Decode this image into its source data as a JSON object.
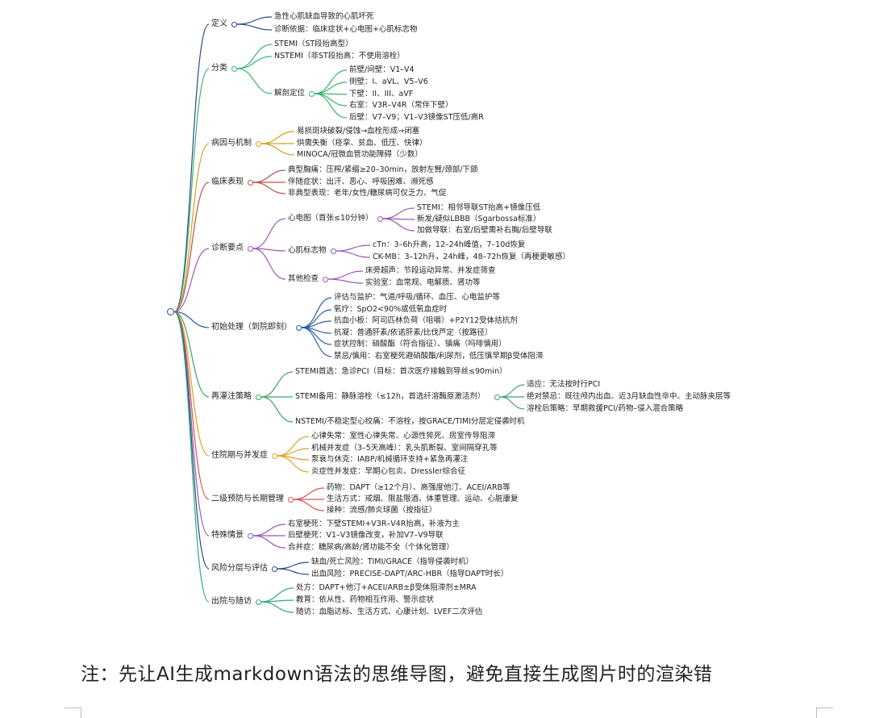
{
  "colors": {
    "def": "#2c4a8a",
    "cls": "#3cb371",
    "etio": "#d4a017",
    "clin": "#c0504d",
    "diag": "#9b59b6",
    "init": "#2a5caa",
    "rep": "#3aa36c",
    "hosp": "#e0a020",
    "prev": "#d9534f",
    "spec": "#8e5bb5",
    "risk": "#2c4a8a",
    "dis": "#2eae6e"
  },
  "map": {
    "definition": {
      "label": "定义",
      "items": [
        "急性心肌缺血导致的心肌坏死",
        "诊断依据：临床症状+心电图+心肌标志物"
      ]
    },
    "classification": {
      "label": "分类",
      "items": [
        "STEMI（ST段抬高型）",
        "NSTEMI（非ST段抬高：不使用溶栓）"
      ],
      "anatomy": {
        "label": "解剖定位",
        "items": [
          "前壁/间壁：V1–V4",
          "侧壁：I、aVL、V5–V6",
          "下壁：II、III、aVF",
          "右室：V3R–V4R（常伴下壁）",
          "后壁：V7–V9；V1–V3镜像ST压低/高R"
        ]
      }
    },
    "etiology": {
      "label": "病因与机制",
      "items": [
        "易损斑块破裂/侵蚀→血栓形成→闭塞",
        "供需失衡（痉挛、贫血、低压、快律）",
        "MINOCA/冠微血管功能障碍（少数）"
      ]
    },
    "clinical": {
      "label": "临床表现",
      "items": [
        "典型胸痛：压榨/紧缩≥20–30min，放射左臂/颈部/下颌",
        "伴随症状：出汗、恶心、呼吸困难、濒死感",
        "非典型表现：老年/女性/糖尿病可仅乏力、气促"
      ]
    },
    "diagnosis": {
      "label": "诊断要点",
      "ecg": {
        "label": "心电图（首张≤10分钟）",
        "items": [
          "STEMI：相邻导联ST抬高+镜像压低",
          "新发/疑似LBBB（Sgarbossa标准）",
          "加做导联：右室/后壁需补右胸/后壁导联"
        ]
      },
      "markers": {
        "label": "心肌标志物",
        "items": [
          "cTn：3–6h升高，12–24h峰值，7–10d恢复",
          "CK-MB：3–12h升，24h峰，48–72h恢复（再梗更敏感）"
        ]
      },
      "other": {
        "label": "其他检查",
        "items": [
          "床旁超声：节段运动异常、并发症筛查",
          "实验室：血常规、电解质、肾功等"
        ]
      }
    },
    "initial": {
      "label": "初始处理（到院即刻）",
      "items": [
        "评估与监护：气道/呼吸/循环、血压、心电监护等",
        "氧疗：SpO2<90%或低氧血症时",
        "抗血小板：阿司匹林负荷（咀嚼）+P2Y12受体拮抗剂",
        "抗凝：普通肝素/依诺肝素/比伐芦定（按路径）",
        "症状控制：硝酸酯（符合指征）、镇痛（吗啡慎用）",
        "禁忌/慎用：右室梗死避硝酸酯/利尿剂，低压慎早期β受体阻滞"
      ]
    },
    "reperfusion": {
      "label": "再灌注策略",
      "items": [
        "STEMI首选：急诊PCI（目标：首次医疗接触到导丝≤90min）",
        "NSTEMI/不稳定型心绞痛：不溶栓，按GRACE/TIMI分层定侵袭时机"
      ],
      "lysis": {
        "label": "STEMI备用：静脉溶栓（≤12h，首选纤溶酶原激活剂）",
        "items": [
          "适应：无法按时行PCI",
          "绝对禁忌：既往颅内出血、近3月缺血性卒中、主动脉夹层等",
          "溶栓后策略：早期救援PCI/药物–侵入混合策略"
        ]
      }
    },
    "hospital": {
      "label": "住院期与并发症",
      "items": [
        "心律失常：室性心律失常、心源性猝死、房室传导阻滞",
        "机械并发症（3–5天高峰）：乳头肌断裂、室间隔穿孔等",
        "泵衰与休克：IABP/机械循环支持+紧急再灌注",
        "炎症性并发症：早期心包炎、Dressler综合征"
      ]
    },
    "prevention": {
      "label": "二级预防与长期管理",
      "items": [
        "药物：DAPT（≥12个月）、高强度他汀、ACEI/ARB等",
        "生活方式：戒烟、限盐限酒、体重管理、运动、心脏康复",
        "接种：流感/肺炎球菌（按指征）"
      ]
    },
    "special": {
      "label": "特殊情景",
      "items": [
        "右室梗死：下壁STEMI+V3R–V4R抬高，补液为主",
        "后壁梗死：V1–V3镜像改变，补加V7–V9导联",
        "合并症：糖尿病/高龄/肾功能不全（个体化管理）"
      ]
    },
    "risk": {
      "label": "风险分层与评估",
      "items": [
        "缺血/死亡风险：TIMI/GRACE（指导侵袭时机）",
        "出血风险：PRECISE-DAPT/ARC-HBR（指导DAPT时长）"
      ]
    },
    "discharge": {
      "label": "出院与随访",
      "items": [
        "处方：DAPT+他汀+ACEI/ARB±β受体阻滞剂±MRA",
        "教育：依从性、药物相互作用、警示症状",
        "随访：血脂达标、生活方式、心康计划、LVEF二次评估"
      ]
    }
  },
  "note": "注：先让AI生成markdown语法的思维导图，避免直接生成图片时的渲染错"
}
